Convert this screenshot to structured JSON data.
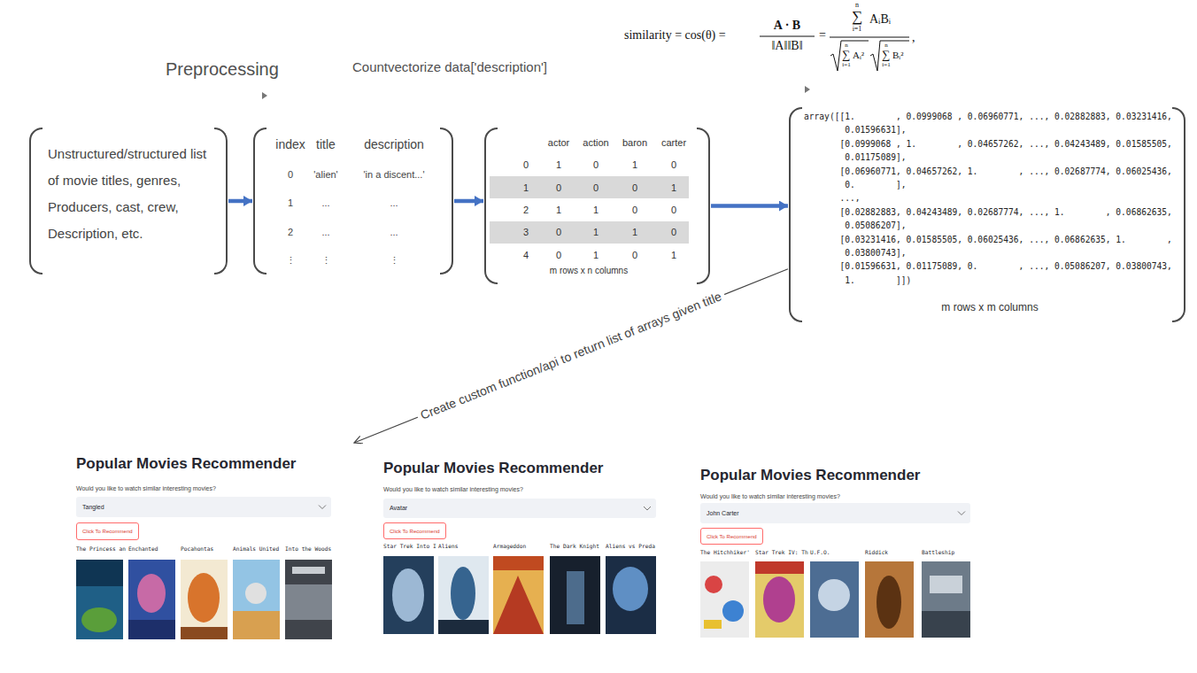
{
  "diagram": {
    "nodes": [
      {
        "text": [
          "Unstructured/structured list of movie titles, genres, Producers, cast, crew, Description, etc."
        ]
      },
      {
        "text": [
          "index",
          "title",
          "description",
          "0",
          "'alien'",
          "'in a discent...'",
          "1",
          "...",
          "...",
          "2",
          "...",
          "...",
          "⋮",
          "⋮",
          "⋮"
        ]
      },
      {
        "text": [
          "actor",
          "action",
          "baron",
          "carter",
          "0",
          "1",
          "0",
          "1",
          "0",
          "1",
          "0",
          "0",
          "0",
          "1",
          "2",
          "1",
          "1",
          "0",
          "0",
          "3",
          "0",
          "1",
          "1",
          "0",
          "4",
          "0",
          "1",
          "0",
          "1",
          "m rows x n columns"
        ]
      },
      {
        "text": [
          "array([[1.        , 0.0999068 , 0.06960771, ..., 0.02882883, 0.03231416,",
          "0.01596631],",
          "[0.0999068 , 1.        , 0.04657262, ..., 0.04243489, 0.01585505,",
          "0.01175089],",
          "[0.06960771, 0.04657262, 1.        , ..., 0.02687774, 0.06025436,",
          "0.        ],",
          "...,",
          "[0.02882883, 0.04243489, 0.02687774, ..., 1.        , 0.06862635,",
          "0.05086207],",
          "[0.03231416, 0.01585505, 0.06025436, ..., 0.06862635, 1.        ,",
          "0.03800743],",
          "[0.01596631, 0.01175089, 0.        , ..., 0.05086207, 0.03800743,",
          "1.        ]])",
          "m rows x m columns"
        ]
      },
      {
        "text": [
          "Popular Movies Recommender",
          "Would you like to watch similar interesting movies?",
          "The Princess an",
          "Enchanted",
          "Pocahontas",
          "Animals United",
          "Into the Woods"
        ]
      },
      {
        "text": [
          "Tangled"
        ],
        "in": 4
      },
      {
        "text": [
          "Click To Recommend"
        ],
        "in": 4
      },
      {
        "text": [
          "Popular Movies Recommender",
          "Would you like to watch similar interesting movies?",
          "Star Trek Into I",
          "Aliens",
          "Armageddon",
          "The Dark Knight",
          "Aliens vs Preda"
        ]
      },
      {
        "text": [
          "Avatar"
        ],
        "in": 7
      },
      {
        "text": [
          "Click To Recommend"
        ],
        "in": 7
      },
      {
        "text": [
          "Popular Movies Recommender",
          "Would you like to watch similar interesting movies?",
          "The Hitchhiker'",
          "Star Trek IV: Th",
          "U.F.O.",
          "Riddick",
          "Battleship"
        ]
      },
      {
        "text": [
          "John Carter"
        ],
        "in": 10
      },
      {
        "text": [
          "Click To Recommend"
        ],
        "in": 10
      }
    ],
    "edges": [
      {
        "from": 0,
        "to": 1,
        "arrow": "to"
      },
      {
        "from": 1,
        "to": 2,
        "arrow": "to"
      },
      {
        "from": 2,
        "to": 3,
        "arrow": "to"
      },
      {
        "from": 3,
        "to": 4,
        "label": "Create custom function/api to return list of arrays given title",
        "arrow": "to"
      }
    ],
    "labels": [
      "Preprocessing",
      "Countvectorize data['description']",
      "similarity = cos(θ) =",
      "A · B",
      "‖A‖‖B‖",
      "=",
      "n",
      "∑",
      "i=1",
      "AᵢBᵢ",
      "n",
      "∑",
      "i=1",
      "Aᵢ²",
      "n",
      "∑",
      "i=1",
      "Bᵢ²",
      ","
    ]
  }
}
